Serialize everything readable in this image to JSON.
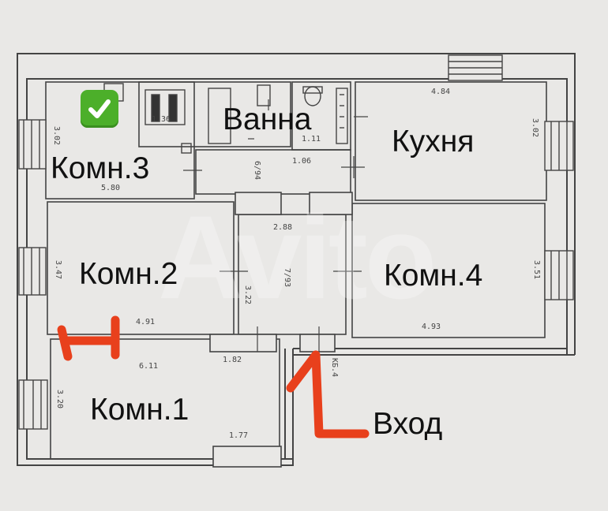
{
  "rooms": {
    "bath": "Ванна",
    "kitchen": "Кухня",
    "room3": "Комн.3",
    "room2": "Комн.2",
    "room4": "Комн.4",
    "room1": "Комн.1",
    "entrance": "Вход"
  },
  "dimensions": {
    "kitchen_top": "4.84",
    "kitchen_right": "3.02",
    "room3_left": "3.02",
    "room3_bottom": "5.80",
    "room3_top": "1.36",
    "wc_bottom": "1.11",
    "bath_right": "1.06",
    "hall_top": "2.88",
    "hall_area": "7/93",
    "corridor_area": "6/94",
    "room2_left": "3.47",
    "room2_right": "3.22",
    "room2_bottom": "4.91",
    "room4_right": "3.51",
    "room4_bottom": "4.93",
    "room1_top": "6.11",
    "room1_left": "3.20",
    "room1_bottom": "1.77",
    "vestibule": "1.82",
    "stair_label": "КБ.4"
  },
  "icons": {
    "check": "check-mark-icon",
    "entry_arrow": "entry-arrow-icon",
    "wc": "toilet-icon",
    "bath": "bathtub-icon",
    "stove": "stove-icon"
  },
  "colors": {
    "background": "#e9e8e6",
    "wall": "#444444",
    "marker": "#e8401c",
    "check": "#4caf2a"
  },
  "watermark": "Avito"
}
